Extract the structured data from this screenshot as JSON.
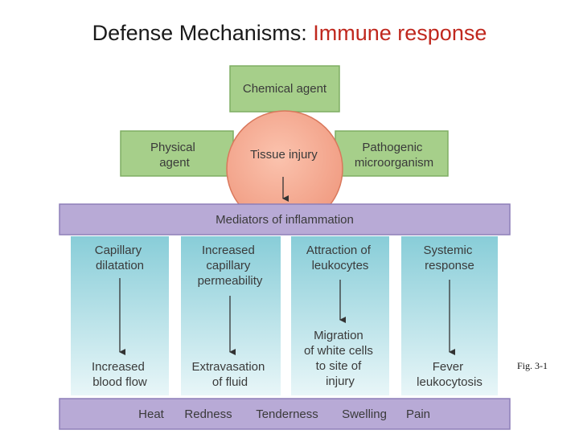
{
  "title": {
    "main": "Defense Mechanisms: ",
    "accent": "Immune response"
  },
  "nodes": {
    "chemical_agent": [
      "Chemical agent"
    ],
    "physical_agent": [
      "Physical",
      "agent"
    ],
    "tissue_injury": [
      "Tissue injury"
    ],
    "pathogenic": [
      "Pathogenic",
      "microorganism"
    ],
    "mediators": [
      "Mediators of inflammation"
    ]
  },
  "columns": [
    {
      "top": [
        "Capillary",
        "dilatation"
      ],
      "bottom": [
        "Increased",
        "blood flow"
      ]
    },
    {
      "top": [
        "Increased",
        "capillary",
        "permeability"
      ],
      "bottom": [
        "Extravasation",
        "of fluid"
      ]
    },
    {
      "top": [
        "Attraction of",
        "leukocytes"
      ],
      "bottom": [
        "Migration",
        "of white cells",
        "to site of",
        "injury"
      ]
    },
    {
      "top": [
        "Systemic",
        "response"
      ],
      "bottom": [
        "Fever",
        "leukocytosis"
      ]
    }
  ],
  "signs": [
    "Heat",
    "Redness",
    "Tenderness",
    "Swelling",
    "Pain"
  ],
  "caption": "Fig. 3-1",
  "colors": {
    "green_box": "#a6cf8a",
    "green_border": "#7fae63",
    "circle": "#f09a80",
    "circle_border": "#d9785c",
    "purple_bar": "#b8aad6",
    "purple_border": "#8e7fb8",
    "teal_top": "#88cdd8",
    "teal_bottom": "#e8f6f8"
  }
}
